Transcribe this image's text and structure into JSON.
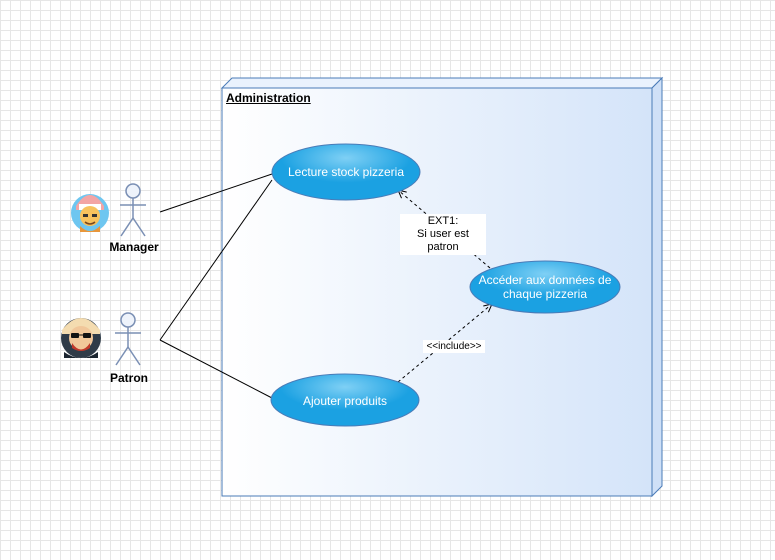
{
  "system": {
    "title": "Administration"
  },
  "actors": {
    "manager": {
      "name": "Manager"
    },
    "patron": {
      "name": "Patron"
    }
  },
  "usecases": {
    "lecture": "Lecture stock pizzeria",
    "acceder_line1": "Accéder aux données de",
    "acceder_line2": "chaque pizzeria",
    "ajouter": "Ajouter produits"
  },
  "relations": {
    "extend_line1": "EXT1:",
    "extend_line2": "Si user est patron",
    "include": "<<include>>"
  },
  "colors": {
    "usecase_fill": "#1ba1e2",
    "border": "#4a7bb7",
    "system_fill_start": "#ffffff",
    "system_fill_end": "#dae8fc"
  }
}
